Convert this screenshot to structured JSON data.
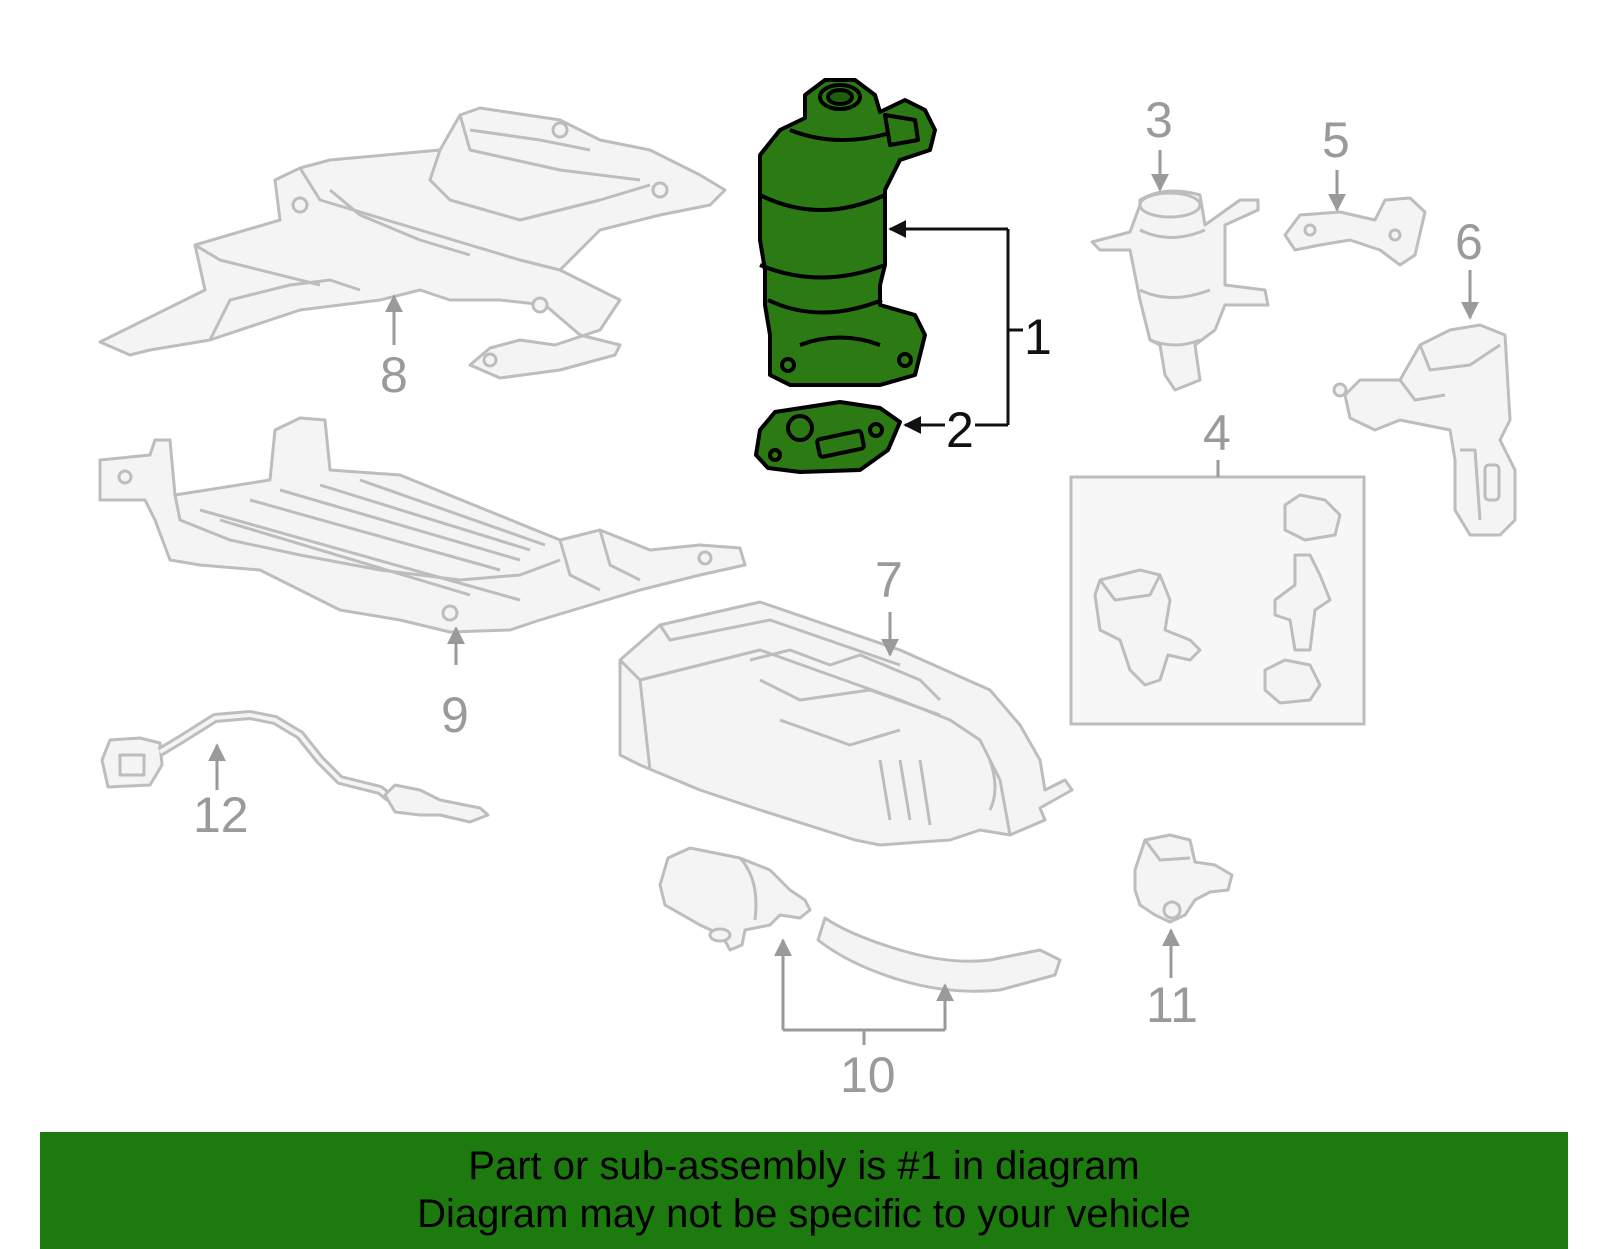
{
  "callouts": {
    "c1": "1",
    "c2": "2",
    "c3": "3",
    "c4": "4",
    "c5": "5",
    "c6": "6",
    "c7": "7",
    "c8": "8",
    "c9": "9",
    "c10": "10",
    "c11": "11",
    "c12": "12"
  },
  "banner": {
    "line1": "Part or sub-assembly is #1 in diagram",
    "line2": "Diagram may not be specific to your vehicle"
  },
  "colors": {
    "highlight_part": "#2c7a13",
    "banner_bg": "#1d7a0f",
    "line_art": "#bdbdbd",
    "callout_grey": "#9a9a9a",
    "callout_black": "#111111"
  }
}
